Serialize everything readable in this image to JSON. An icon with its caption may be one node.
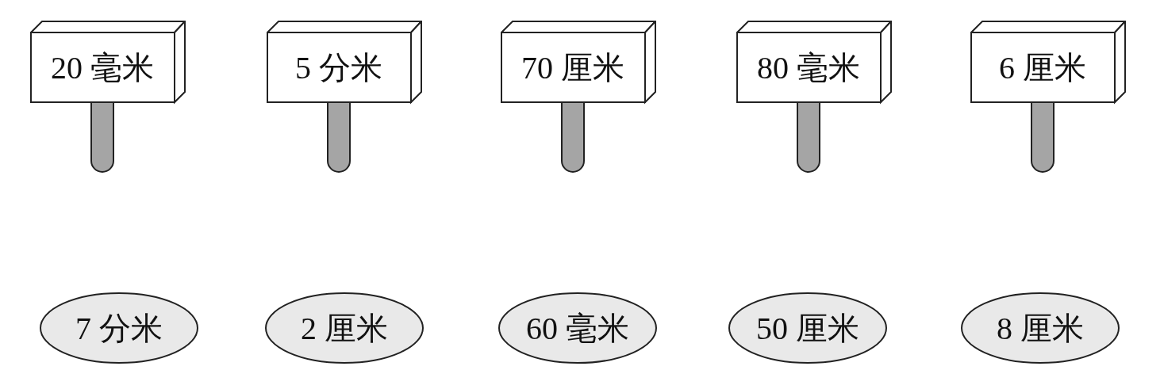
{
  "diagram": {
    "nodes": [
      {
        "text": [
          "20 毫米"
        ]
      },
      {
        "text": [
          "5 分米"
        ]
      },
      {
        "text": [
          "70 厘米"
        ]
      },
      {
        "text": [
          "80 毫米"
        ]
      },
      {
        "text": [
          "6 厘米"
        ]
      },
      {
        "text": [
          "7 分米"
        ]
      },
      {
        "text": [
          "2 厘米"
        ]
      },
      {
        "text": [
          "60 毫米"
        ]
      },
      {
        "text": [
          "50 厘米"
        ]
      },
      {
        "text": [
          "8 厘米"
        ]
      }
    ]
  }
}
